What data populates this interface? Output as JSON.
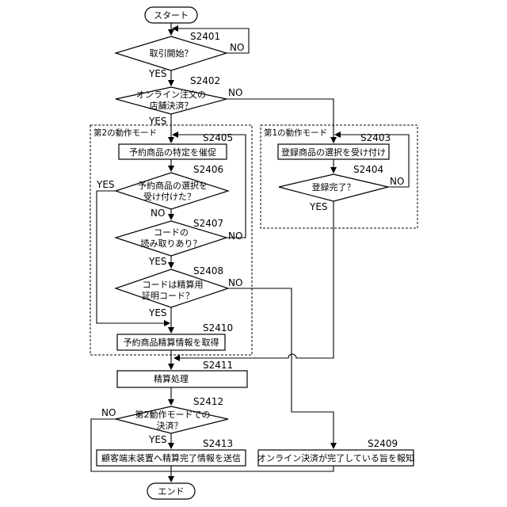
{
  "nodes": {
    "start": {
      "label": "スタート"
    },
    "end": {
      "label": "エンド"
    },
    "s2401": {
      "step": "S2401",
      "line1": "取引開始？",
      "line2": ""
    },
    "s2402": {
      "step": "S2402",
      "line1": "オンライン注文の",
      "line2": "店舗決済？"
    },
    "s2403": {
      "step": "S2403",
      "label": "登録商品の選択を受け付け"
    },
    "s2404": {
      "step": "S2404",
      "line1": "登録完了？",
      "line2": ""
    },
    "s2405": {
      "step": "S2405",
      "label": "予約商品の特定を催促"
    },
    "s2406": {
      "step": "S2406",
      "line1": "予約商品の選択を",
      "line2": "受け付けた？"
    },
    "s2407": {
      "step": "S2407",
      "line1": "コードの",
      "line2": "読み取りあり？"
    },
    "s2408": {
      "step": "S2408",
      "line1": "コードは精算用",
      "line2": "証明コード？"
    },
    "s2409": {
      "step": "S2409",
      "label": "オンライン決済が完了している旨を報知"
    },
    "s2410": {
      "step": "S2410",
      "label": "予約商品精算情報を取得"
    },
    "s2411": {
      "step": "S2411",
      "label": "精算処理"
    },
    "s2412": {
      "step": "S2412",
      "line1": "第2動作モードでの",
      "line2": "決済？"
    },
    "s2413": {
      "step": "S2413",
      "label": "顧客端末装置へ精算完了情報を送信"
    }
  },
  "modes": {
    "mode1": "第1の動作モード",
    "mode2": "第2の動作モード"
  },
  "branch_labels": {
    "yes": "YES",
    "no": "NO"
  }
}
